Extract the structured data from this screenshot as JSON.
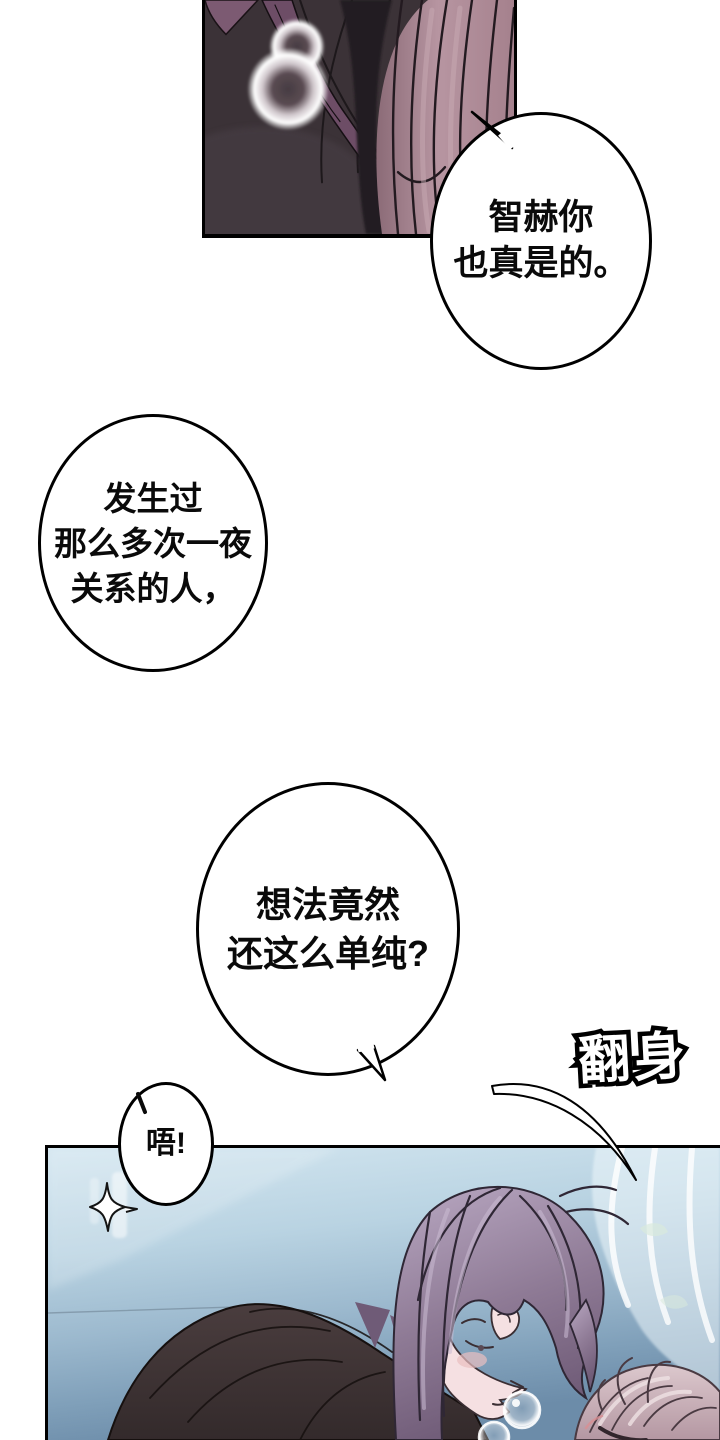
{
  "bubbles": {
    "b1": {
      "lines": [
        "智赫你",
        "也真是的。"
      ]
    },
    "b2": {
      "lines": [
        "发生过",
        "那么多次一夜",
        "关系的人，"
      ]
    },
    "b3": {
      "lines": [
        "想法竟然",
        "还这么单纯?"
      ]
    },
    "b4": {
      "lines": [
        "唔!"
      ]
    }
  },
  "sfx": {
    "flip": "翻身"
  },
  "colors": {
    "page_bg": "#ffffff",
    "ink": "#000000",
    "p1_bg": "#3b3237",
    "p1_shade": "#4a4046",
    "strap": "#6d4d66",
    "corner_hair": "#7c5a72",
    "hair_left_shadow": "#241c21",
    "hair_pink_l": "#8b6b77",
    "hair_pink_m": "#b795a1",
    "hair_pink_r": "#a5818d",
    "hair_pink_hi": "#c9abb4",
    "sky_top": "#d3e6f0",
    "sky_mid": "#a4bfd3",
    "sky_bottom": "#6c8ca9",
    "curtain": "#eef7fb",
    "coat_top": "#4a3d3e",
    "coat_bottom": "#332a2b",
    "coat_line": "#16100f",
    "hairp_light": "#b9a8c2",
    "hairp_mid": "#8f7b96",
    "hairp_dark": "#6f5b77",
    "hairp_line": "#2f2735",
    "skin": "#f5e0e2",
    "blush": "#eabfc1",
    "face_line": "#3a2e33",
    "hair2_light": "#dcc8cd",
    "hair2_mid": "#b497a2",
    "hair2_line": "#4a3a42",
    "lash": "#32262c",
    "bubble_white": "#ffffff"
  }
}
